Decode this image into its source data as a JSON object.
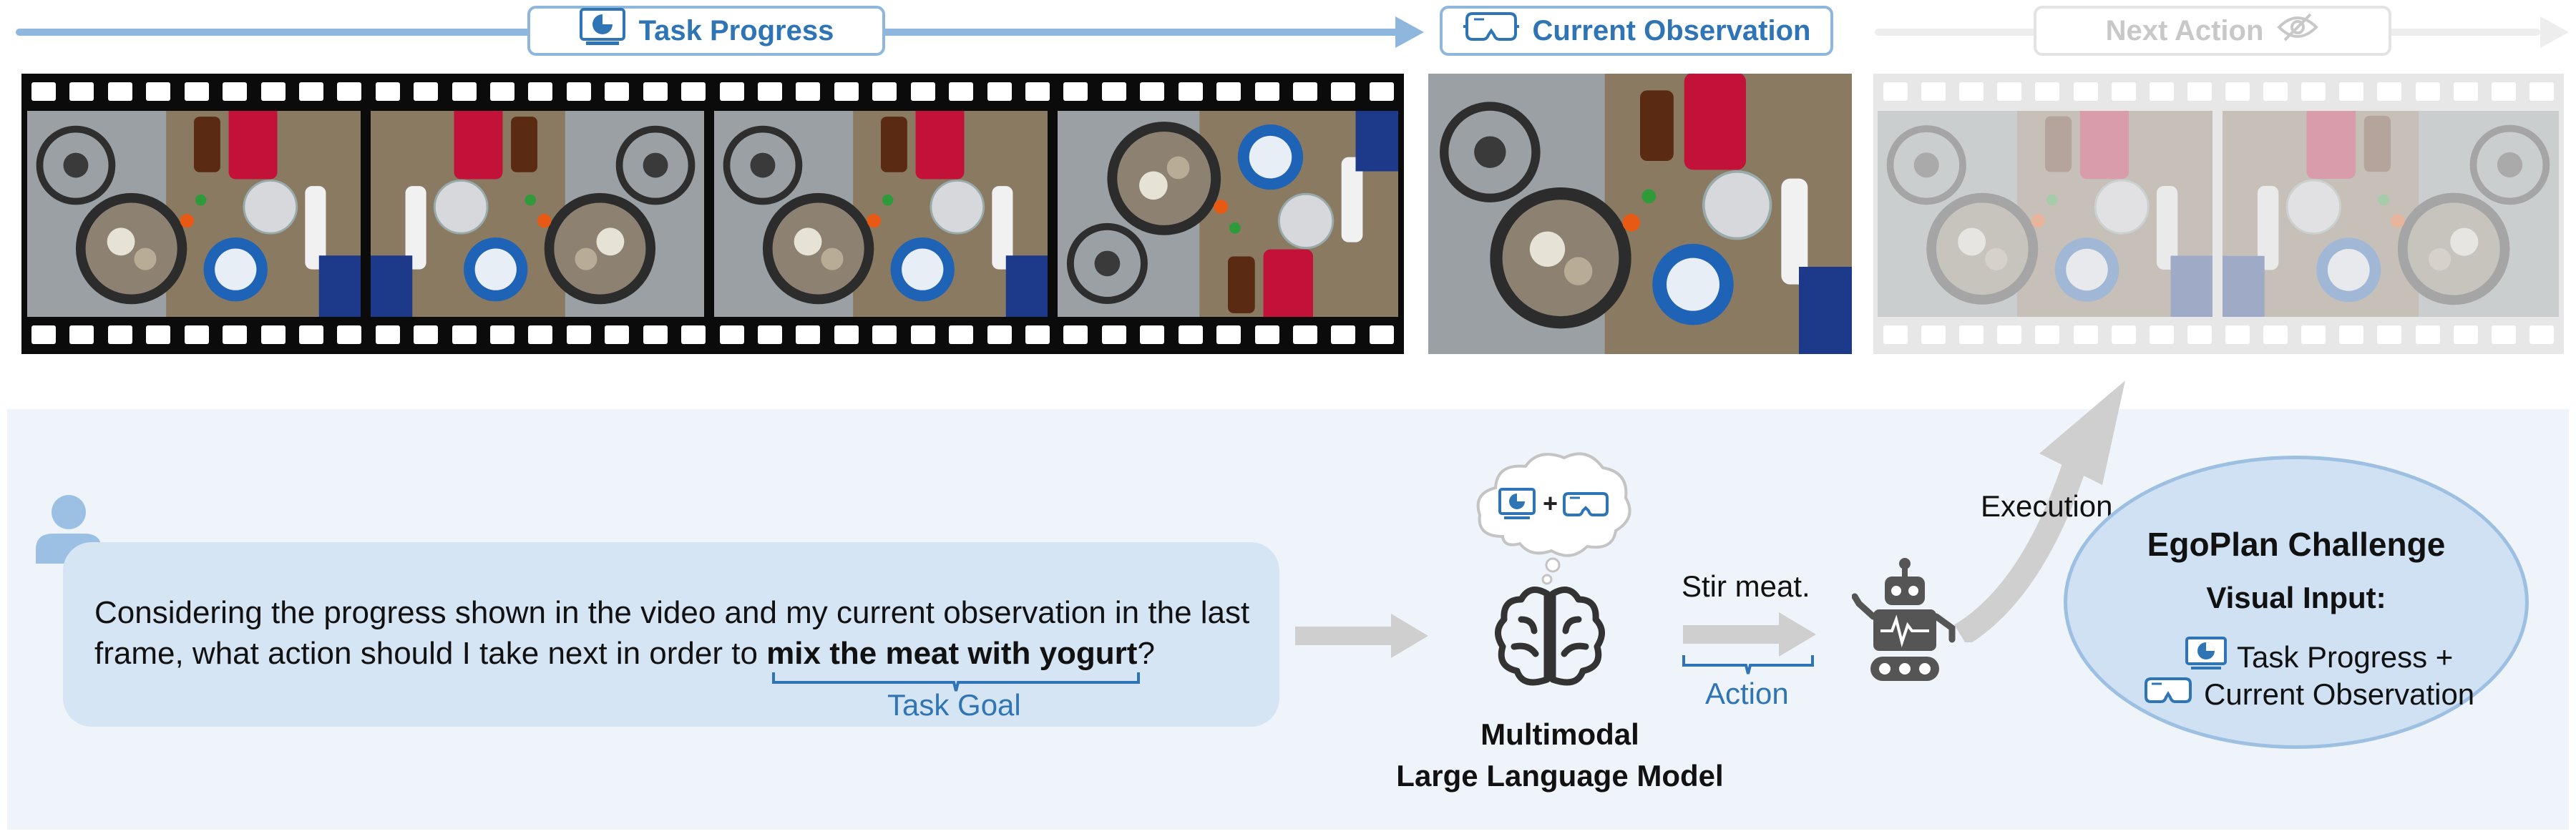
{
  "timeline": {
    "task_progress_label": "Task Progress",
    "current_observation_label": "Current Observation",
    "next_action_label": "Next Action"
  },
  "query": {
    "line1": "Considering the progress shown in the video and my current observation in the last",
    "line2_prefix": "frame, what action should I take next in order to ",
    "goal_text": "mix the meat with yogurt",
    "line2_suffix": "?",
    "goal_label": "Task Goal"
  },
  "model": {
    "line1": "Multimodal",
    "line2": "Large Language Model",
    "plus": "+"
  },
  "action": {
    "text": "Stir meat.",
    "label": "Action"
  },
  "execution_label": "Execution",
  "challenge": {
    "title": "EgoPlan Challenge",
    "subtitle": "Visual Input:",
    "item1": "Task Progress +",
    "item2": "Current Observation"
  },
  "colors": {
    "accent": "#2f75b5",
    "light_accent": "#8fb6dd",
    "panel_bg": "#eef4fa",
    "bubble_bg": "#d6e5f4",
    "arrow_grey": "#cfcfcf",
    "icon_dark": "#333333"
  },
  "icons": [
    "monitor-chart-icon",
    "vr-goggles-icon",
    "eye-slash-icon",
    "user-icon",
    "thought-cloud-icon",
    "brain-icon",
    "robot-icon"
  ]
}
